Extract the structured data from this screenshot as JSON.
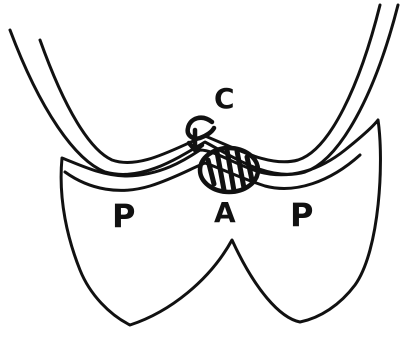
{
  "diagram": {
    "labels": {
      "c": "C",
      "a": "A",
      "p_left": "P",
      "p_right": "P"
    }
  }
}
